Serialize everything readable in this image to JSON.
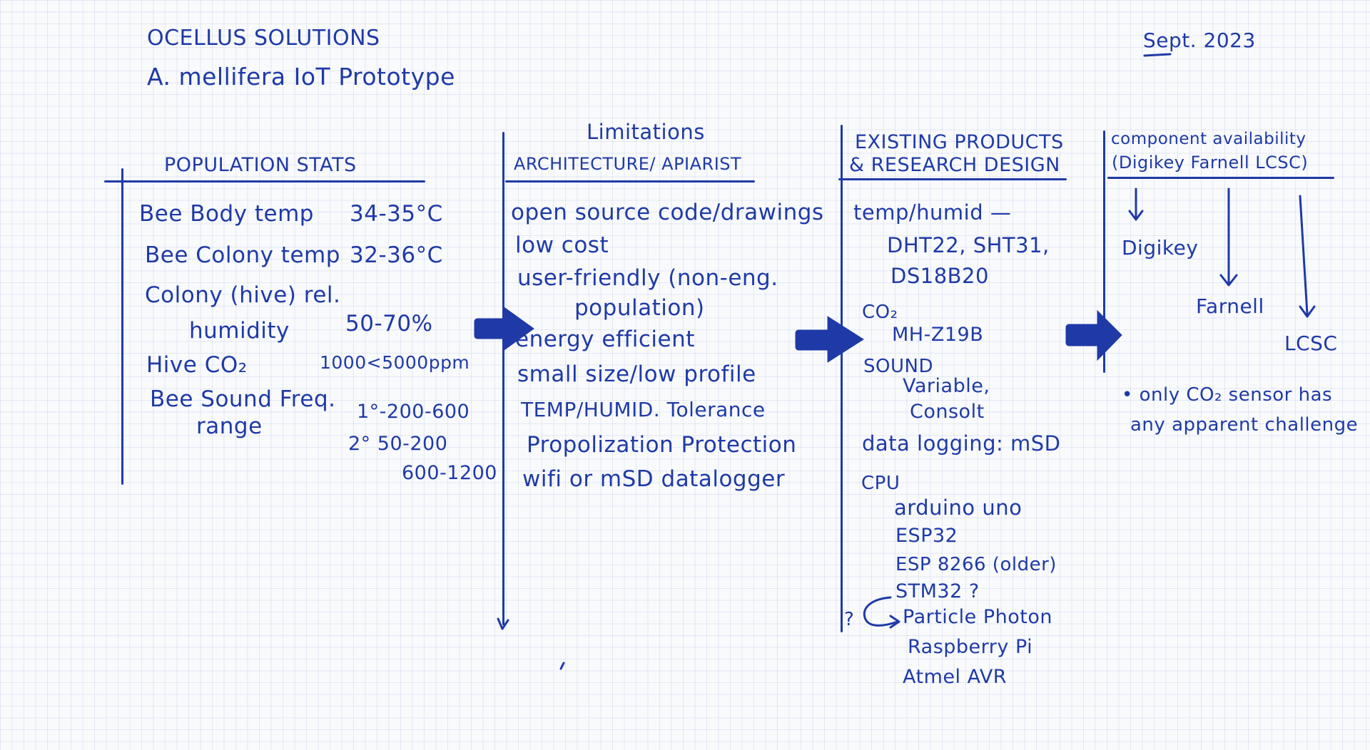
{
  "header": {
    "company": "OCELLUS SOLUTIONS",
    "project": "A. mellifera IoT Prototype",
    "date": "Sept. 2023"
  },
  "columns": {
    "population": {
      "title": "POPULATION STATS",
      "rows": [
        {
          "label": "Bee Body temp",
          "value": "34-35°C"
        },
        {
          "label": "Bee Colony temp",
          "value": "32-36°C"
        },
        {
          "label": "Colony (hive) rel.",
          "value": ""
        },
        {
          "label": "humidity",
          "value": "50-70%"
        },
        {
          "label": "Hive CO₂",
          "value": "1000<5000ppm"
        },
        {
          "label": "Bee Sound Freq.",
          "value": ""
        },
        {
          "label": "range",
          "value": "1°-200-600"
        }
      ],
      "extra_values": [
        "2° 50-200",
        "600-1200"
      ]
    },
    "limitations": {
      "title": "Limitations",
      "subtitle": "ARCHITECTURE/ APIARIST",
      "items": [
        "open source code/drawings",
        "low cost",
        "user-friendly (non-eng.",
        "population)",
        "energy efficient",
        "small size/low profile",
        "TEMP/HUMID. Tolerance",
        "Propolization Protection",
        "wifi or mSD datalogger"
      ]
    },
    "existing": {
      "title": "EXISTING PRODUCTS",
      "subtitle": "& RESEARCH DESIGN",
      "lines": [
        "temp/humid —",
        "DHT22, SHT31,",
        "DS18B20",
        "CO₂",
        "MH-Z19B",
        "SOUND",
        "Variable,",
        "Consolt",
        "data logging: mSD",
        "CPU",
        "arduino uno",
        "ESP32",
        "ESP 8266 (older)",
        "STM32 ?",
        "Particle Photon",
        "Raspberry Pi",
        "Atmel AVR"
      ],
      "question_mark": "?"
    },
    "availability": {
      "title": "component availability",
      "subtitle": "(Digikey Farnell LCSC)",
      "vendors": [
        "Digikey",
        "Farnell",
        "LCSC"
      ],
      "note_line1": "• only CO₂ sensor has",
      "note_line2": "any apparent challenge"
    }
  },
  "ink_color": "#1f3aa6",
  "paper_color": "#f9fafc"
}
